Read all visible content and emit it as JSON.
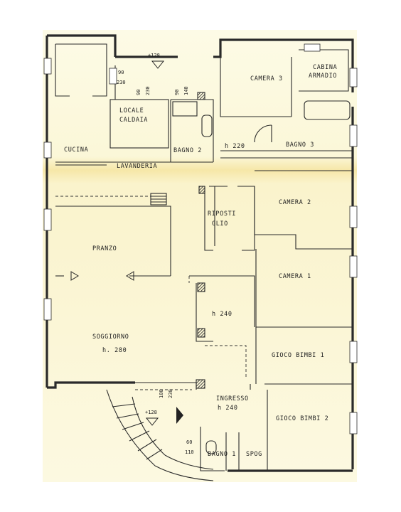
{
  "rooms": {
    "cucina": "CUCINA",
    "locale_caldaia_1": "LOCALE",
    "locale_caldaia_2": "CALDAIA",
    "lavanderia": "LAVANDERIA",
    "bagno2": "BAGNO 2",
    "camera3": "CAMERA 3",
    "cabina_1": "CABINA",
    "cabina_2": "ARMADIO",
    "bagno3": "BAGNO 3",
    "ripostigli_1": "RIPOSTI",
    "ripostigli_2": "GLIO",
    "camera2": "CAMERA 2",
    "pranzo": "PRANZO",
    "camera1": "CAMERA 1",
    "soggiorno": "SOGGIORNO",
    "gioco1": "GIOCO BIMBI 1",
    "gioco2": "GIOCO BIMBI 2",
    "ingresso": "INGRESSO",
    "bagno1": "BAGNO 1",
    "spog": "SPOG"
  },
  "heights": {
    "h220": "h 220",
    "h240_corr": "h 240",
    "h280": "h. 280",
    "h240_ing": "h 240"
  },
  "dims": {
    "level_top": "+128",
    "level_bottom": "+128",
    "d90": "90",
    "d230": "230",
    "d90b": "90",
    "d230b": "230",
    "d90c": "90",
    "d140": "140",
    "d100": "100",
    "d230c": "230",
    "d60": "60",
    "d110": "110"
  }
}
